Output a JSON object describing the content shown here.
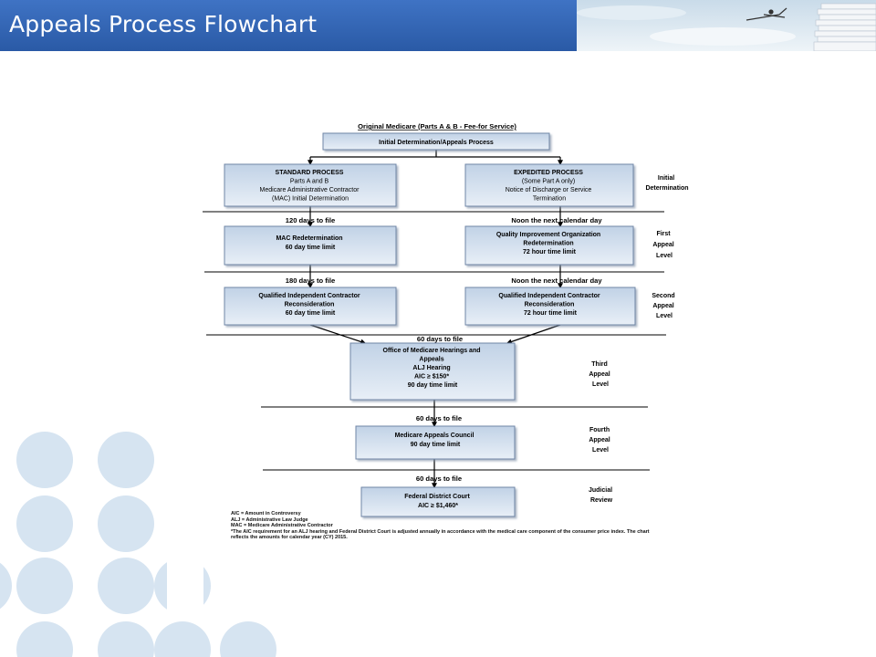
{
  "slide": {
    "title": "Appeals Process Flowchart"
  },
  "chart": {
    "header": "Original Medicare (Parts A & B - Fee-for Service)",
    "top_box": "Initial Determination/Appeals Process",
    "standard": {
      "lines": [
        "STANDARD PROCESS",
        "Parts A and B",
        "Medicare Administrative Contractor",
        "(MAC)  Initial Determination"
      ]
    },
    "expedited": {
      "lines": [
        "EXPEDITED PROCESS",
        "(Some Part A only)",
        "Notice of Discharge or Service",
        "Termination"
      ]
    },
    "levels": {
      "initial": [
        "Initial",
        "Determination"
      ],
      "first": [
        "First",
        "Appeal",
        "Level"
      ],
      "second": [
        "Second",
        "Appeal",
        "Level"
      ],
      "third": [
        "Third",
        "Appeal",
        "Level"
      ],
      "fourth": [
        "Fourth",
        "Appeal",
        "Level"
      ],
      "judicial": [
        "Judicial",
        "Review"
      ]
    },
    "filing": {
      "std_first": "120 days to file",
      "exp_first": "Noon the next calendar day",
      "std_second": "180 days to file",
      "exp_second": "Noon the next calendar day",
      "third": "60 days to file",
      "fourth": "60 days to file",
      "judicial": "60 days to file"
    },
    "boxes": {
      "mac_redetermination": [
        "MAC Redetermination",
        "60 day time limit"
      ],
      "qio_redetermination": [
        "Quality Improvement Organization",
        "Redetermination",
        "72 hour time limit"
      ],
      "qic_standard": [
        "Qualified Independent Contractor",
        "Reconsideration",
        "60 day time limit"
      ],
      "qic_expedited": [
        "Qualified Independent Contractor",
        "Reconsideration",
        "72 hour time limit"
      ],
      "omha": [
        "Office of Medicare Hearings and",
        "Appeals",
        "ALJ Hearing",
        "AIC ≥ $150*",
        "90 day time limit"
      ],
      "council": [
        "Medicare Appeals Council",
        "90 day time limit"
      ],
      "court": [
        "Federal District Court",
        "AIC ≥ $1,460*"
      ]
    },
    "footnotes": [
      "AIC = Amount in Controversy",
      "ALJ = Administrative Law Judge",
      "MAC = Medicare Administrative Contractor",
      "*The AIC requirement for an ALJ hearing and Federal District Court is adjusted annually in accordance with the medical care component of the consumer price index.  The chart reflects the amounts for calendar year (CY) 2015."
    ]
  }
}
